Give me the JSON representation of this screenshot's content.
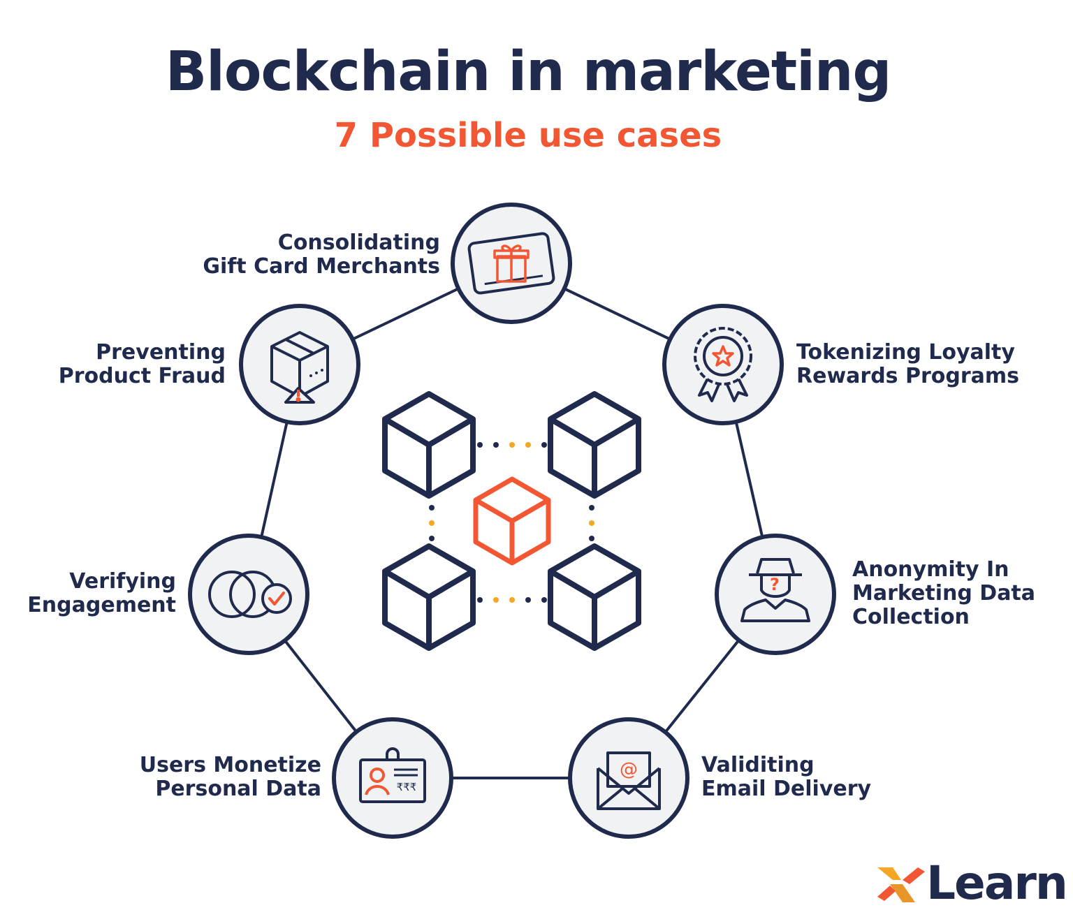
{
  "title": "Blockchain in marketing",
  "subtitle": "7 Possible use cases",
  "use_cases": [
    {
      "line1": "Consolidating",
      "line2": "Gift Card Merchants",
      "icon": "gift-card-icon"
    },
    {
      "line1": "Tokenizing Loyalty",
      "line2": "Rewards Programs",
      "icon": "award-ribbon-icon"
    },
    {
      "line1": "Anonymity In",
      "line2": "Marketing Data",
      "line3": "Collection",
      "icon": "anonymous-person-icon"
    },
    {
      "line1": "Validiting",
      "line2": "Email Delivery",
      "icon": "email-envelope-icon"
    },
    {
      "line1": "Users Monetize",
      "line2": "Personal Data",
      "icon": "id-badge-icon"
    },
    {
      "line1": "Verifying",
      "line2": "Engagement",
      "icon": "verified-rings-icon"
    },
    {
      "line1": "Preventing",
      "line2": "Product Fraud",
      "icon": "box-warning-icon"
    }
  ],
  "badge_id_text": "₹₹₹",
  "logo": {
    "text": "Learn"
  },
  "colors": {
    "navy": "#1f2a4d",
    "accent": "#f25632",
    "dot_accent": "#f5a623",
    "circle_fill": "#f0f2f3"
  }
}
